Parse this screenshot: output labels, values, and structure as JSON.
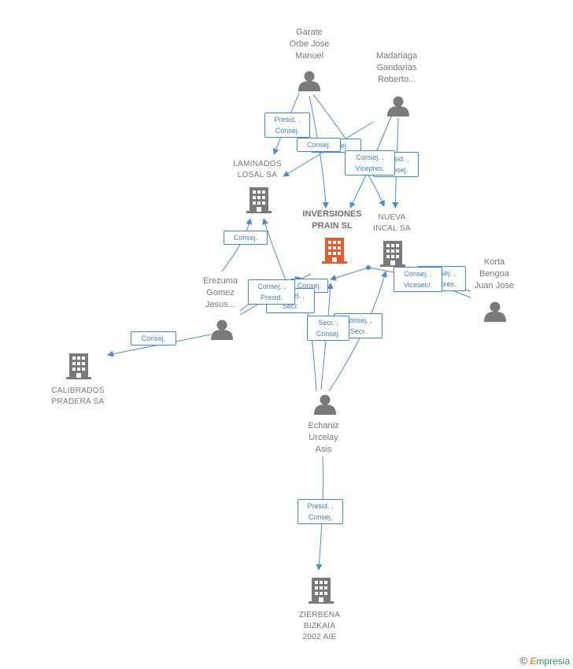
{
  "colors": {
    "edge": "#4a89dc",
    "person": "#7a7a7a",
    "company": "#7a7a7a",
    "focus_company": "#f05a28"
  },
  "people": {
    "garate": "Garate Orbe Jose Manuel",
    "madariaga": "Madariaga Gandarias Roberto...",
    "korta": "Korta Bengoa Juan Jose",
    "erezuma": "Erezuma Gomez Jesus...",
    "echaniz": "Echaniz Urcelay Asis"
  },
  "companies": {
    "inversiones": "INVERSIONES PRAIN SL",
    "laminados": "LAMINADOS LOSAL SA",
    "nueva_incal": "NUEVA INCAL SA",
    "calibrados": "CALIBRADOS PRADERA SA",
    "zierbena": "ZIERBENA BIZKAIA 2002 AIE"
  },
  "edge_labels": {
    "garate_laminados": "Presid. , Consej.",
    "garate_inversiones": "Consej.",
    "garate_nueva_hidden": "Consej.",
    "madariaga_inversiones": "Consej. , Vicepres.",
    "madariaga_nueva": "Presid. , Consej.",
    "erezuma_laminados": "Consej.",
    "erezuma_calibrados": "Consej.",
    "erezuma_inversiones_a": "Consej. , Presid.",
    "erezuma_inversiones_b": "Consej.",
    "erezuma_inversiones_c": "Consej. , Secr.",
    "echaniz_inversiones": "Secr. , Consej.",
    "echaniz_nueva": "Consej. , Secr.",
    "echaniz_zierbena": "Presid. , Consej.",
    "korta_inversiones": "Consej. , Vicesecr.",
    "korta_nueva": "Consej. , Vicepres."
  },
  "watermark": {
    "symbol": "©",
    "brand_first": "E",
    "brand_rest": "mpresia"
  }
}
